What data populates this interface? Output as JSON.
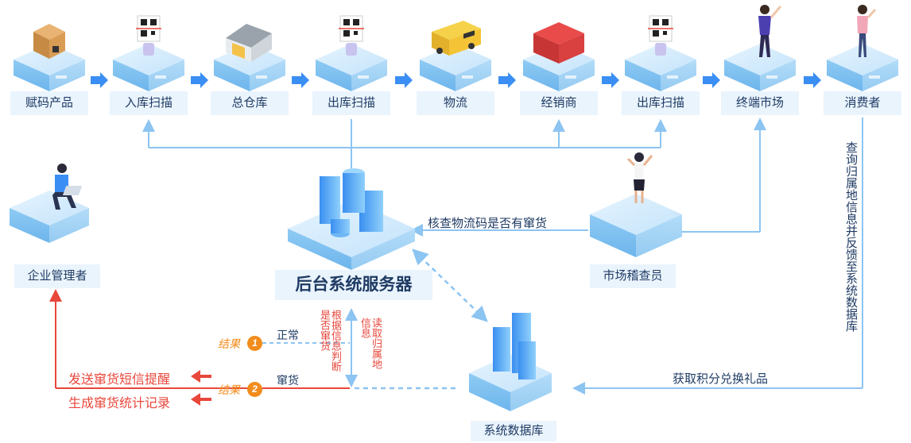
{
  "flow_steps": [
    "赋码产品",
    "入库扫描",
    "总仓库",
    "出库扫描",
    "物流",
    "经销商",
    "出库扫描",
    "终端市场",
    "消费者"
  ],
  "enterprise_admin": "企业管理者",
  "backend_server": "后台系统服务器",
  "market_inspector": "市场稽查员",
  "system_database": "系统数据库",
  "inspector_check": "核查物流码是否有窜货",
  "consumer_query": "查询归属地信息并反馈至系统数据库",
  "points_redeem": "获取积分兑换礼品",
  "judge_by_info": "根据信息判断是否窜货",
  "read_location": "读取归属地信息",
  "result_label": "结果",
  "normal": "正常",
  "diversion": "窜货",
  "send_sms": "发送窜货短信提醒",
  "gen_record": "生成窜货统计记录",
  "colors": {
    "blue_line": "#8cc4f2",
    "red_line": "#e8473c",
    "label_bg": "#eaf4fd",
    "orange": "#f28c1c",
    "text_dark": "#1f3b64"
  }
}
